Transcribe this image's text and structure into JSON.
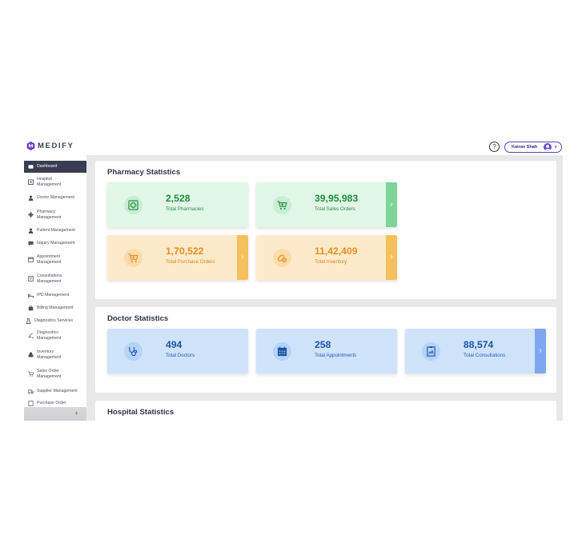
{
  "header": {
    "brand": "MEDIFY",
    "help_symbol": "?",
    "user_name": "Kairav Shah",
    "user_caret": "∨"
  },
  "sidebar": {
    "items": [
      {
        "label": "Dashboard",
        "icon": "dashboard-icon",
        "active": true
      },
      {
        "label": "Hospital Management",
        "icon": "hospital-icon"
      },
      {
        "label": "Doctor Management",
        "icon": "doctor-icon"
      },
      {
        "label": "Pharmacy Management",
        "icon": "pharmacy-cross-icon"
      },
      {
        "label": "Patient Management",
        "icon": "patient-icon"
      },
      {
        "label": "Inquiry Management",
        "icon": "inquiry-icon"
      },
      {
        "label": "Appointment Management",
        "icon": "calendar-icon"
      },
      {
        "label": "Consultations Management",
        "icon": "consultation-icon"
      },
      {
        "label": "IPD Management",
        "icon": "bed-icon"
      },
      {
        "label": "Billing Management",
        "icon": "billing-icon"
      },
      {
        "label": "Diagnostics Services",
        "icon": "diagnostics-icon"
      },
      {
        "label": "Diagnostics Management",
        "icon": "diagnostics-management-icon"
      },
      {
        "label": "Inventory Management",
        "icon": "inventory-icon"
      },
      {
        "label": "Sales Order Management",
        "icon": "sales-order-icon"
      },
      {
        "label": "Supplier Management",
        "icon": "supplier-icon"
      },
      {
        "label": "Purchase Order",
        "icon": "purchase-order-icon"
      }
    ],
    "collapse_symbol": "‹"
  },
  "pharmacy": {
    "title": "Pharmacy Statistics",
    "cards": [
      {
        "value": "2,528",
        "label": "Total Pharmacies",
        "icon": "pharmacy-plus-icon"
      },
      {
        "value": "39,95,983",
        "label": "Total Sales Orders",
        "icon": "cart-icon"
      },
      {
        "value": "1,70,522",
        "label": "Total Purchase Orders",
        "icon": "cart-download-icon"
      },
      {
        "value": "11,42,409",
        "label": "Total Inventory",
        "icon": "pill-icon"
      }
    ]
  },
  "doctor": {
    "title": "Doctor Statistics",
    "cards": [
      {
        "value": "494",
        "label": "Total Doctors",
        "icon": "stethoscope-icon"
      },
      {
        "value": "258",
        "label": "Total Appointments",
        "icon": "appointment-calendar-icon"
      },
      {
        "value": "88,574",
        "label": "Total Consultations",
        "icon": "consultation-report-icon"
      }
    ]
  },
  "hospital": {
    "title": "Hospital Statistics"
  },
  "arrow_symbol": "›",
  "colors": {
    "sidebar_active": "#3a3d52",
    "green": "#1f8f3c",
    "orange": "#e8901c",
    "blue": "#1d55a8",
    "brand_purple": "#5a3fb0"
  }
}
